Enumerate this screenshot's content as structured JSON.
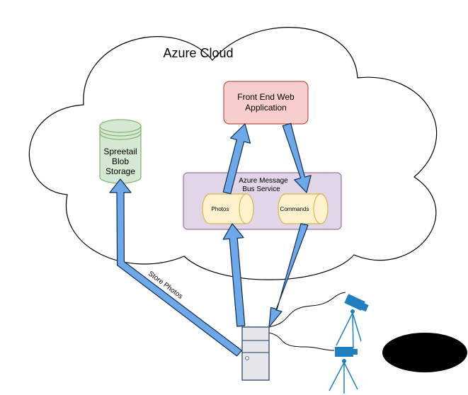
{
  "cloud": {
    "title": "Azure Cloud"
  },
  "web_app": {
    "line1": "Front End Web",
    "line2": "Application"
  },
  "blob_storage": {
    "line1": "Spreetail",
    "line2": "Blob",
    "line3": "Storage"
  },
  "message_bus": {
    "line1": "Azure Message",
    "line2": "Bus Service",
    "queues": {
      "photos": "Photos",
      "commands": "Commands"
    }
  },
  "edges": {
    "store_photos": "Store Photos"
  },
  "colors": {
    "web_app_fill": "#f8cecc",
    "web_app_stroke": "#b85450",
    "storage_fill": "#d5e8d4",
    "storage_stroke": "#82b366",
    "bus_fill": "#e1d5e7",
    "bus_stroke": "#9673a6",
    "queue_fill": "#fff2cc",
    "queue_stroke": "#d6b656",
    "arrow_fill": "#6fa8e8",
    "arrow_stroke": "#0f2b4f",
    "camera": "#1f7fbf"
  },
  "icons": [
    "cloud-shape",
    "database-cylinder",
    "queue-cylinder",
    "server-tower-icon",
    "camera-tripod-icon"
  ]
}
